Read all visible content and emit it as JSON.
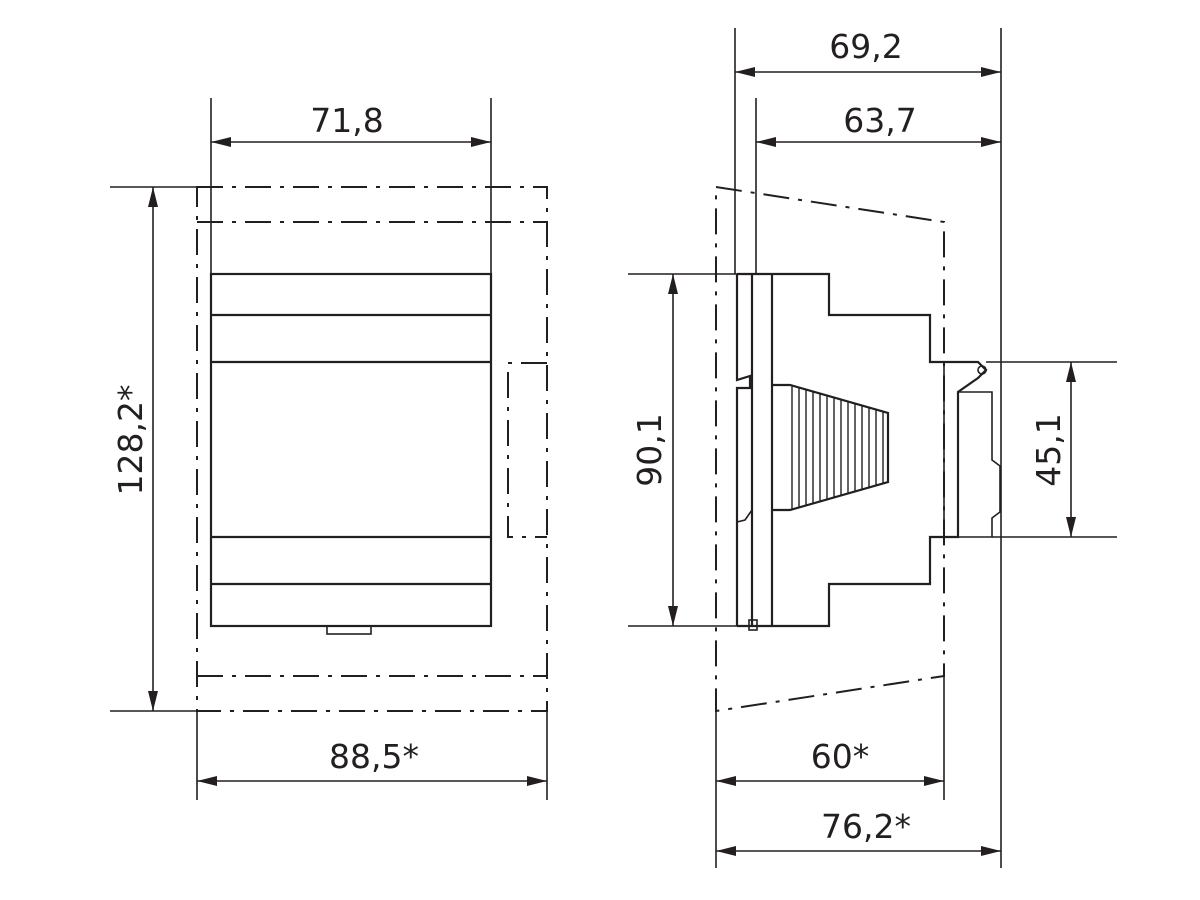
{
  "drawing": {
    "front_view": {
      "width_device": "71,8",
      "width_overall": "88,5*",
      "height_overall": "128,2*"
    },
    "side_view": {
      "depth_top_outer": "69,2",
      "depth_top_inner": "63,7",
      "height_device": "90,1",
      "rail_height": "45,1",
      "depth_bottom_inner": "60*",
      "depth_bottom_outer": "76,2*"
    }
  }
}
